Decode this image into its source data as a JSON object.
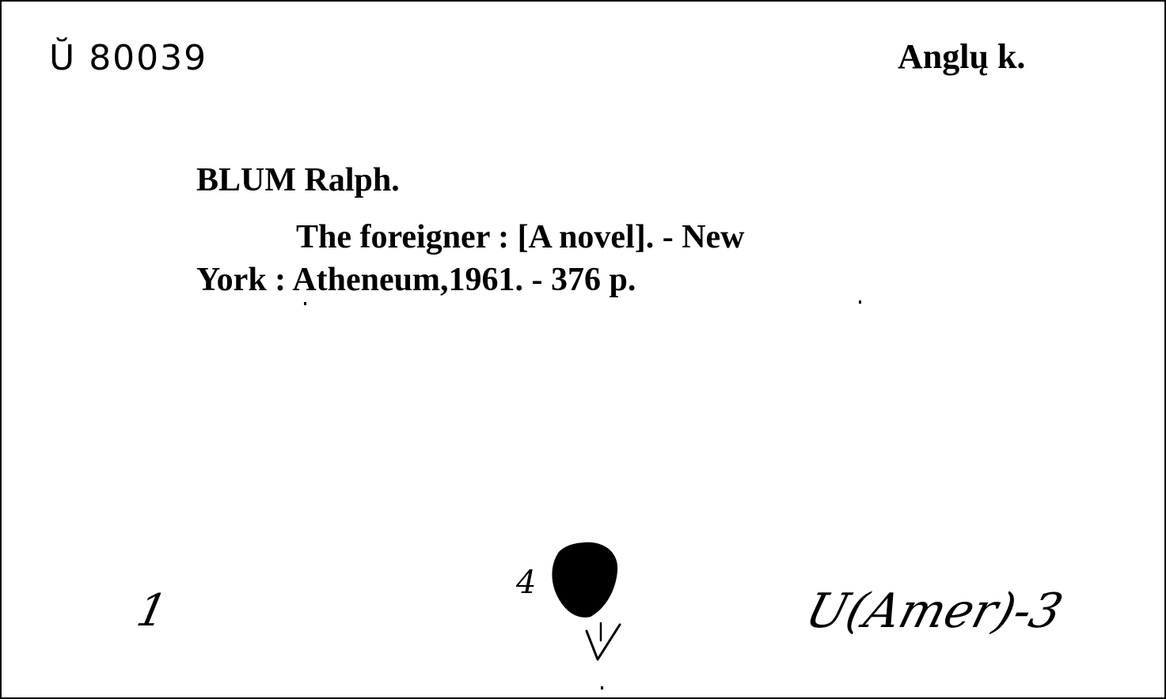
{
  "card": {
    "call_number": "Ŭ 80039",
    "collection": "Anglų k.",
    "author": "BLUM Ralph.",
    "title_line": "The foreigner : [A novel]. - New",
    "imprint_line": "York : Atheneum,1961. - 376 p."
  },
  "handwriting": {
    "copy_count": "1",
    "inventory_mark": "4",
    "shelf_mark": "U(Amer)-3"
  },
  "icons": {
    "hole": "punched-hole-icon",
    "check": "check-mark-icon"
  },
  "colors": {
    "paper": "#ffffff",
    "ink": "#000000"
  }
}
